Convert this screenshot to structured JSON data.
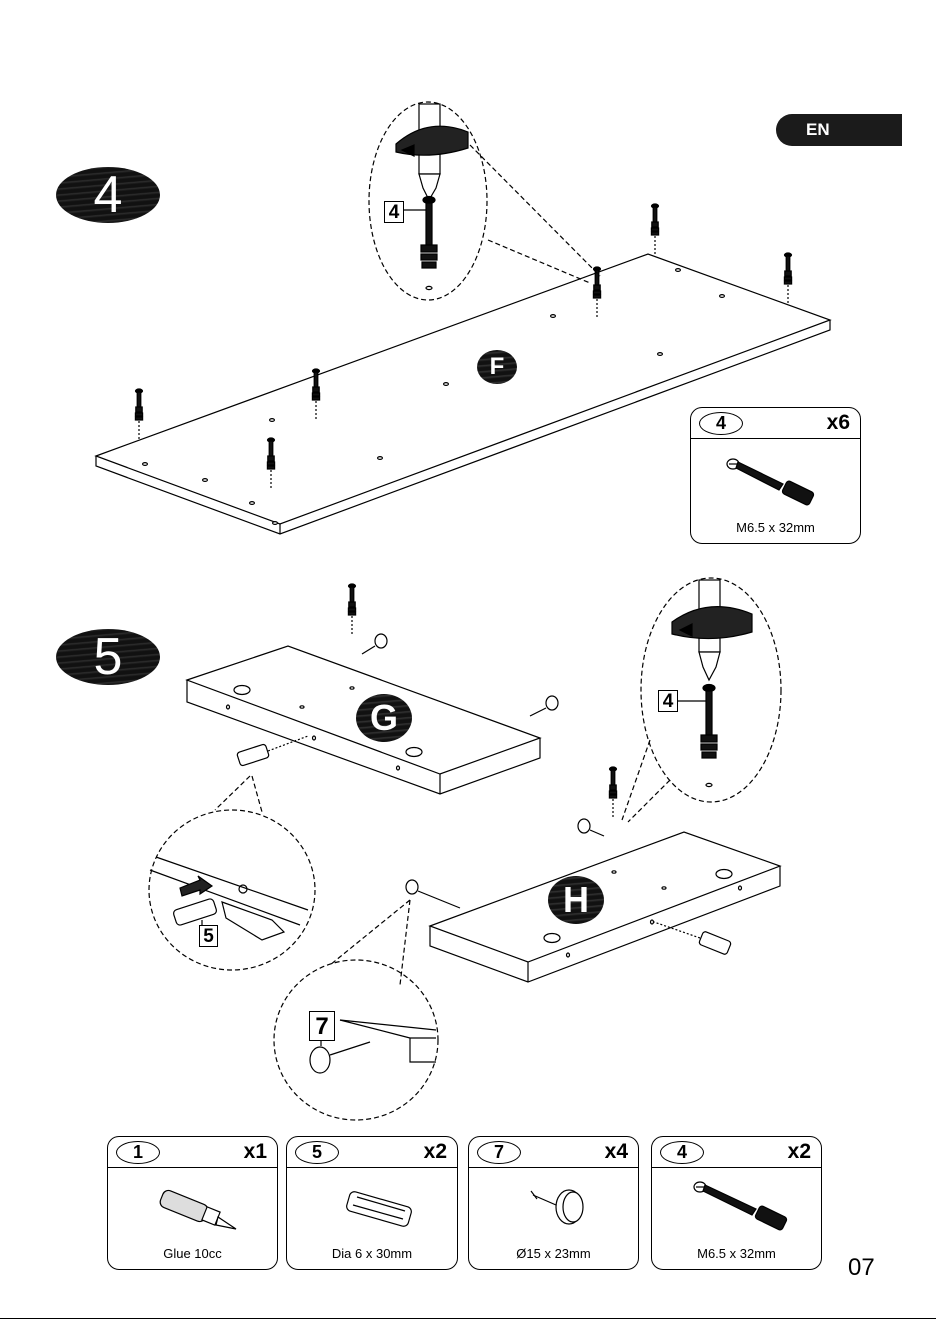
{
  "lang_tab": "EN",
  "steps": [
    {
      "number": "4",
      "parts": [
        "F"
      ],
      "callout_number": "4",
      "hardware": [
        {
          "id": "4",
          "qty": "x6",
          "spec": "M6.5 x 32mm"
        }
      ]
    },
    {
      "number": "5",
      "parts": [
        "G",
        "H"
      ],
      "callout_numbers": [
        "4",
        "5",
        "7"
      ]
    }
  ],
  "hardware_summary": [
    {
      "id": "1",
      "qty": "x1",
      "spec": "Glue 10cc",
      "icon": "glue-bottle-icon"
    },
    {
      "id": "5",
      "qty": "x2",
      "spec": "Dia 6 x 30mm",
      "icon": "wooden-dowel-icon"
    },
    {
      "id": "7",
      "qty": "x4",
      "spec": "Ø15 x 23mm",
      "icon": "nail-glide-icon"
    },
    {
      "id": "4",
      "qty": "x2",
      "spec": "M6.5 x 32mm",
      "icon": "cam-bolt-icon"
    }
  ],
  "page_number": "07",
  "colors": {
    "ink": "#000000",
    "badge": "#111111",
    "paper": "#ffffff"
  }
}
